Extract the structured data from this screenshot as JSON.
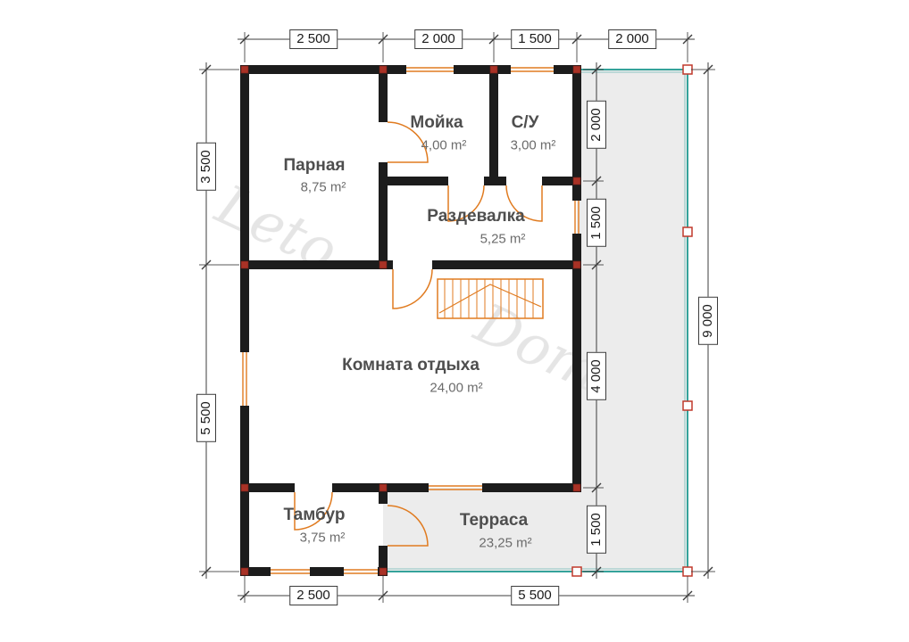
{
  "rooms": [
    {
      "name": "Парная",
      "area": "8,75 m²"
    },
    {
      "name": "Мойка",
      "area": "4,00 m²"
    },
    {
      "name": "С/У",
      "area": "3,00 m²"
    },
    {
      "name": "Раздевалка",
      "area": "5,25 m²"
    },
    {
      "name": "Комната отдыха",
      "area": "24,00 m²"
    },
    {
      "name": "Тамбур",
      "area": "3,75 m²"
    },
    {
      "name": "Терраса",
      "area": "23,25 m²"
    }
  ],
  "dimensions": {
    "top": [
      "2 500",
      "2 000",
      "1 500",
      "2 000"
    ],
    "left": [
      "3 500",
      "5 500"
    ],
    "right_inner": [
      "2 000",
      "1 500",
      "4 000",
      "1 500"
    ],
    "right_outer": [
      "9 000"
    ],
    "bottom": [
      "2 500",
      "5 500"
    ]
  },
  "watermark": {
    "part1": "Leto",
    "part2": "Dom"
  },
  "colors": {
    "wall": "#1c1c1c",
    "joinery_orange": "#e07b20",
    "terrace_border": "#35a39b",
    "terrace_fill": "#ececec",
    "post_red": "#a93226"
  }
}
